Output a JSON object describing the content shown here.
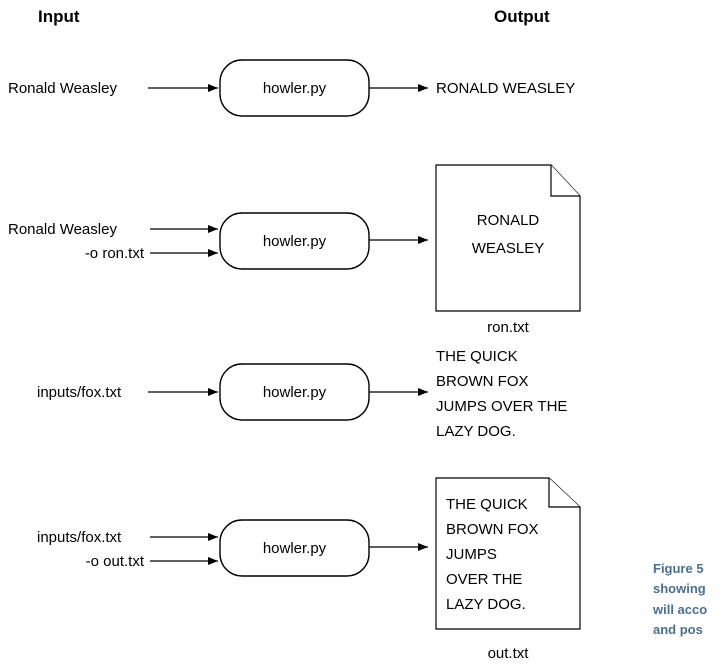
{
  "headers": {
    "input": "Input",
    "output": "Output"
  },
  "rows": [
    {
      "inputs": [
        "Ronald Weasley"
      ],
      "program": "howler.py",
      "output_lines": [
        "RONALD WEASLEY"
      ],
      "output_file": null
    },
    {
      "inputs": [
        "Ronald Weasley",
        "-o ron.txt"
      ],
      "program": "howler.py",
      "output_lines": [
        "RONALD",
        "WEASLEY"
      ],
      "output_file": "ron.txt"
    },
    {
      "inputs": [
        "inputs/fox.txt"
      ],
      "program": "howler.py",
      "output_lines": [
        "THE QUICK",
        "BROWN FOX",
        "JUMPS OVER THE",
        "LAZY DOG."
      ],
      "output_file": null
    },
    {
      "inputs": [
        "inputs/fox.txt",
        "-o out.txt"
      ],
      "program": "howler.py",
      "output_lines": [
        "THE QUICK",
        "BROWN FOX",
        "JUMPS",
        "OVER THE",
        "LAZY DOG."
      ],
      "output_file": "out.txt"
    }
  ],
  "caption": {
    "lines": [
      "Figure 5",
      "showing",
      "will acco",
      "and pos"
    ]
  },
  "colors": {
    "caption": "#4a6f93",
    "stroke": "#000000"
  }
}
